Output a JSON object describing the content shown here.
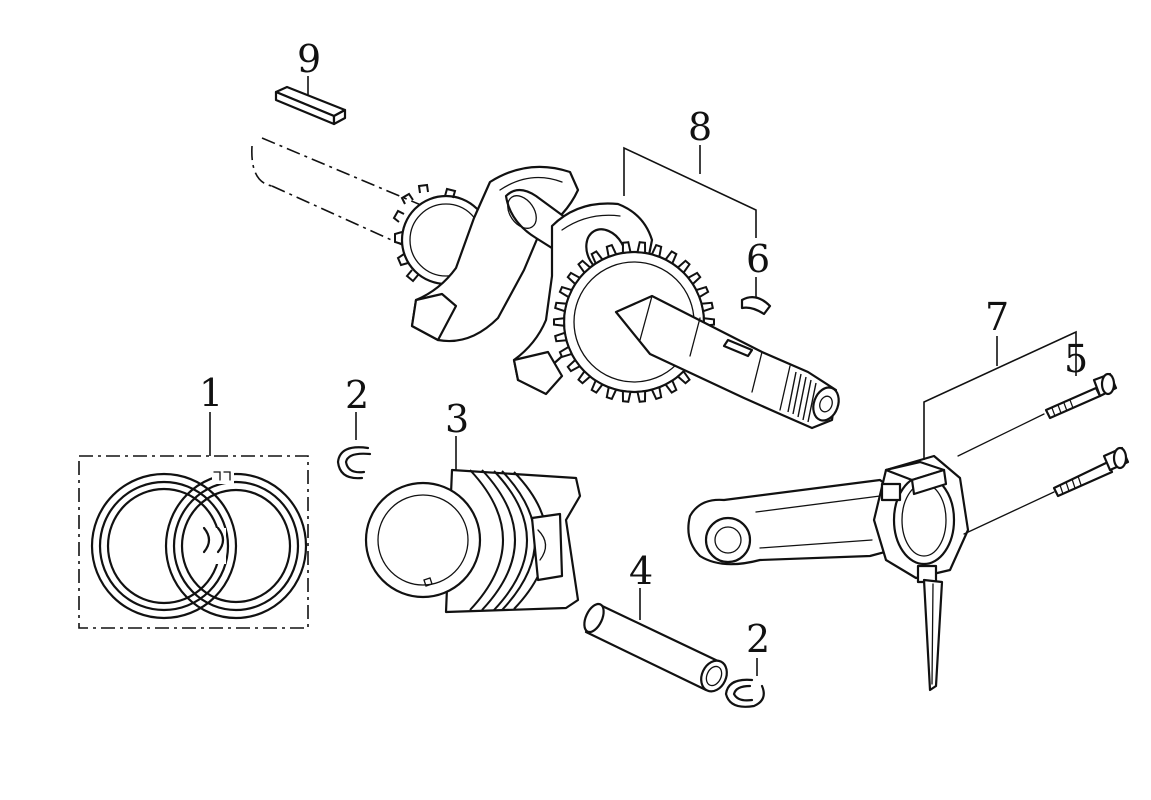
{
  "diagram": {
    "callouts": [
      {
        "id": "piston-rings",
        "text": "1"
      },
      {
        "id": "circlip-left",
        "text": "2"
      },
      {
        "id": "circlip-right",
        "text": "2"
      },
      {
        "id": "piston",
        "text": "3"
      },
      {
        "id": "piston-pin",
        "text": "4"
      },
      {
        "id": "bolt",
        "text": "5"
      },
      {
        "id": "connecting-rod-assembly",
        "text": "6"
      },
      {
        "id": "woodruff-key",
        "text": "7"
      },
      {
        "id": "crankshaft-assembly",
        "text": "8"
      },
      {
        "id": "flat-key",
        "text": "9"
      }
    ]
  }
}
